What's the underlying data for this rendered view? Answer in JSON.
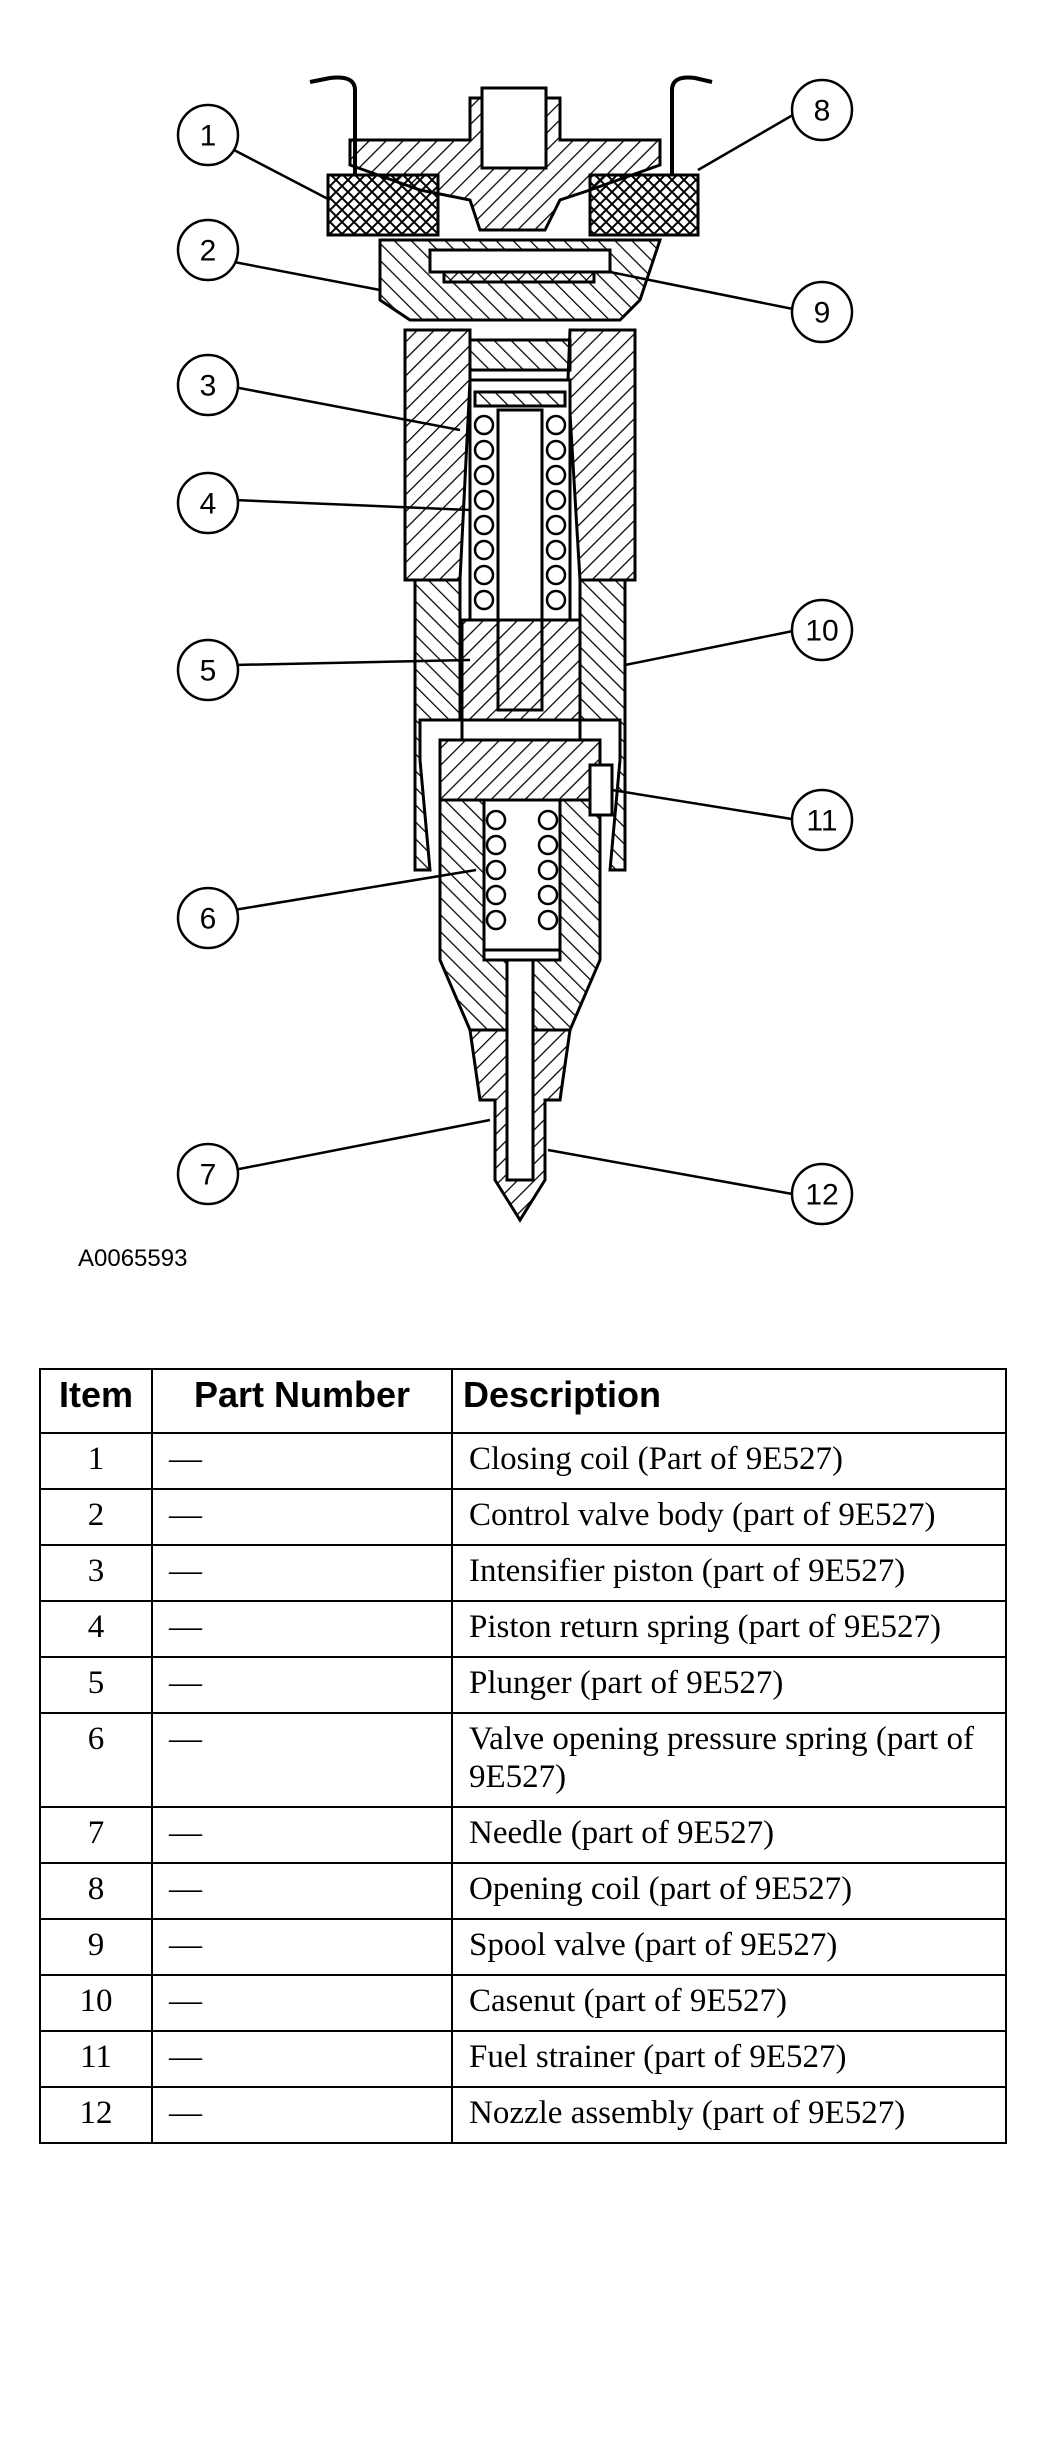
{
  "diagram": {
    "figure_id": "A0065593",
    "callouts": [
      "1",
      "2",
      "3",
      "4",
      "5",
      "6",
      "7",
      "8",
      "9",
      "10",
      "11",
      "12"
    ]
  },
  "table": {
    "headers": [
      "Item",
      "Part Number",
      "Description"
    ],
    "rows": [
      {
        "item": "1",
        "part": "—",
        "desc": "Closing coil (Part of 9E527)"
      },
      {
        "item": "2",
        "part": "—",
        "desc": "Control valve body (part of 9E527)"
      },
      {
        "item": "3",
        "part": "—",
        "desc": "Intensifier piston (part of 9E527)"
      },
      {
        "item": "4",
        "part": "—",
        "desc": "Piston return spring (part of 9E527)"
      },
      {
        "item": "5",
        "part": "—",
        "desc": "Plunger (part of 9E527)"
      },
      {
        "item": "6",
        "part": "—",
        "desc": "Valve opening pressure spring (part of 9E527)"
      },
      {
        "item": "7",
        "part": "—",
        "desc": "Needle (part of 9E527)"
      },
      {
        "item": "8",
        "part": "—",
        "desc": "Opening coil (part of 9E527)"
      },
      {
        "item": "9",
        "part": "—",
        "desc": "Spool valve (part of 9E527)"
      },
      {
        "item": "10",
        "part": "—",
        "desc": "Casenut (part of 9E527)"
      },
      {
        "item": "11",
        "part": "—",
        "desc": "Fuel strainer (part of 9E527)"
      },
      {
        "item": "12",
        "part": "—",
        "desc": "Nozzle assembly (part of 9E527)"
      }
    ]
  }
}
